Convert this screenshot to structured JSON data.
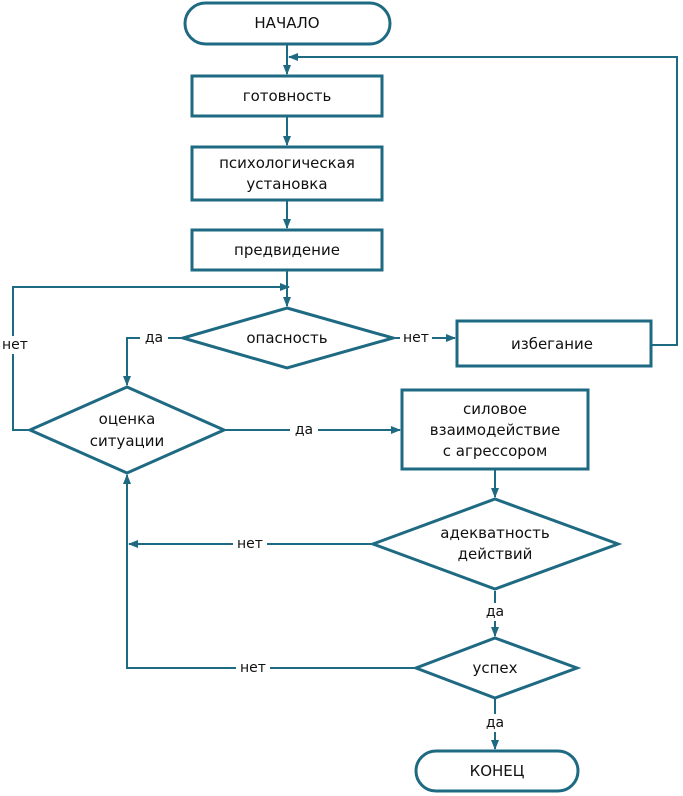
{
  "colors": {
    "stroke": "#1f6a83",
    "text": "#111111",
    "background": "#ffffff"
  },
  "nodes": {
    "start": "НАЧАЛО",
    "readiness": "готовность",
    "psych_1": "психологическая",
    "psych_2": "установка",
    "foresight": "предвидение",
    "danger": "опасность",
    "avoidance": "избегание",
    "assess_1": "оценка",
    "assess_2": "ситуации",
    "force_1": "силовое",
    "force_2": "взаимодействие",
    "force_3": "с агрессором",
    "adequacy_1": "адекватность",
    "adequacy_2": "действий",
    "success": "успех",
    "end": "КОНЕЦ"
  },
  "edge_labels": {
    "danger_yes": "да",
    "danger_no": "нет",
    "assess_no": "нет",
    "assess_yes": "да",
    "adequacy_no": "нет",
    "adequacy_yes": "да",
    "success_no": "нет",
    "success_yes": "да"
  }
}
